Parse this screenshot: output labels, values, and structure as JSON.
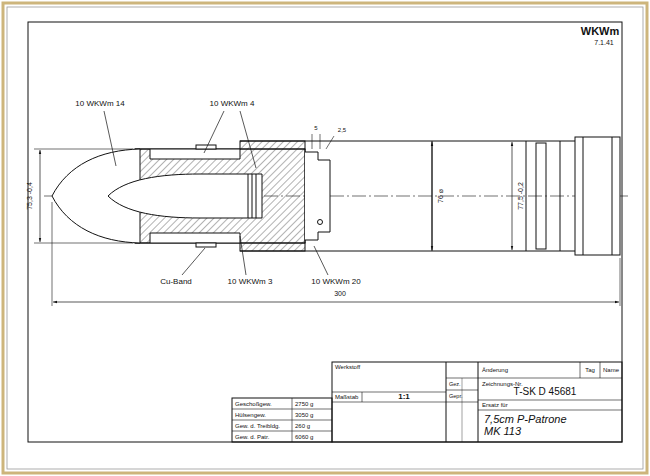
{
  "diagram": {
    "title": "7,5cm P-Patrone MK 113",
    "labels": [
      "WKWm",
      "7.1.41",
      "10 WKWm 14",
      "10 WKWm 4",
      "Cu-Band",
      "10 WKWm 3",
      "10 WKWm 20",
      "5",
      "2,5",
      "75,3 -0,4",
      "76 ⌀",
      "77,5 -0,2",
      "300",
      "Geschoßgew.",
      "2750 g",
      "Hülsengew.",
      "3050 g",
      "Gew. d. Treibldg.",
      "260 g",
      "Gew. d. Patr.",
      "6060 g",
      "Werkstoff",
      "Maßstab",
      "1:1",
      "Änderung",
      "Tag",
      "Name",
      "Gez.",
      "Gepr.",
      "Zeichnungs-Nr.",
      "T-SK D 45681",
      "Ersatz für"
    ]
  }
}
